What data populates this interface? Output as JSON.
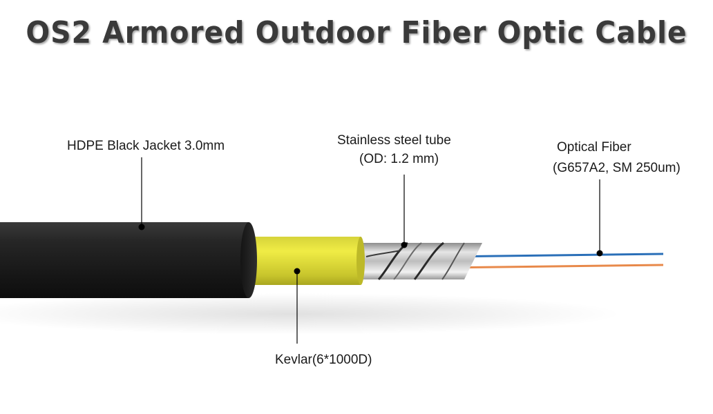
{
  "title": "OS2 Armored Outdoor Fiber Optic Cable",
  "labels": {
    "jacket": "HDPE Black Jacket 3.0mm",
    "steel_tube_line1": "Stainless steel tube",
    "steel_tube_line2": "(OD: 1.2 mm)",
    "fiber_line1": "Optical Fiber",
    "fiber_line2": "(G657A2, SM 250um)",
    "kevlar": "Kevlar(6*1000D)"
  },
  "colors": {
    "jacket": "#1c1c1c",
    "kevlar": "#e8e233",
    "steel": "#c8c8c8",
    "fiber_blue": "#2a6fb8",
    "fiber_orange": "#e8894a"
  }
}
